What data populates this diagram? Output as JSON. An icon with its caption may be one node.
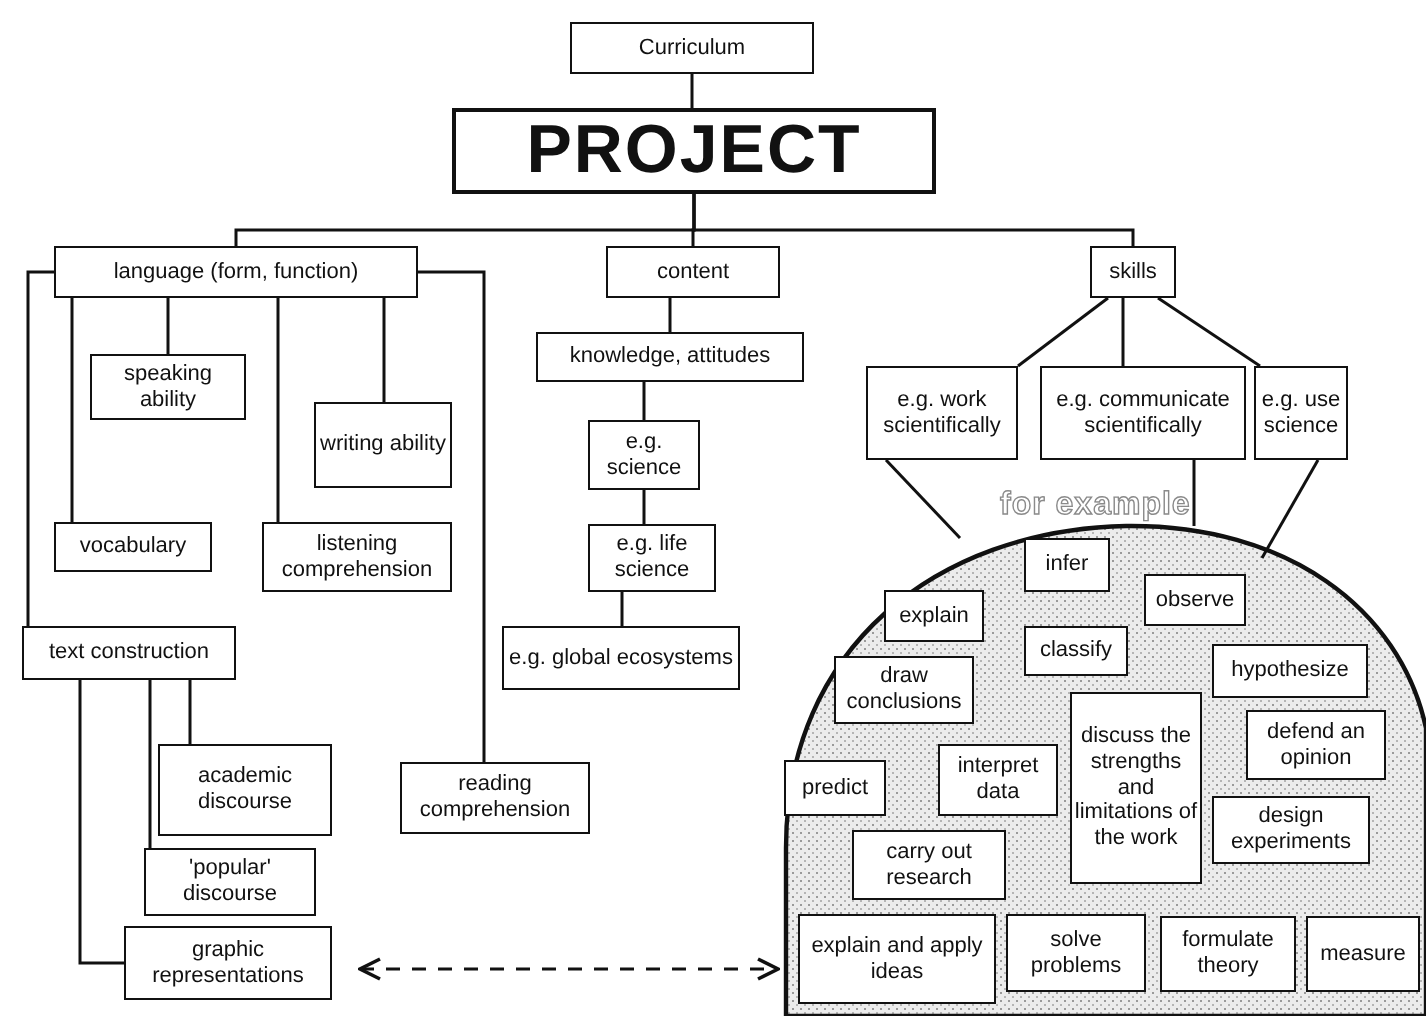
{
  "diagram": {
    "nodes": [
      {
        "text": [
          "Curriculum"
        ]
      },
      {
        "text": [
          "PROJECT"
        ]
      },
      {
        "text": [
          "language (form, function)"
        ]
      },
      {
        "text": [
          "content"
        ]
      },
      {
        "text": [
          "skills"
        ]
      },
      {
        "text": [
          "speaking ability"
        ]
      },
      {
        "text": [
          "writing ability"
        ]
      },
      {
        "text": [
          "vocabulary"
        ]
      },
      {
        "text": [
          "listening comprehension"
        ]
      },
      {
        "text": [
          "text construction"
        ]
      },
      {
        "text": [
          "knowledge, attitudes"
        ]
      },
      {
        "text": [
          "e.g. science"
        ]
      },
      {
        "text": [
          "e.g. life science"
        ]
      },
      {
        "text": [
          "e.g. global ecosystems"
        ]
      },
      {
        "text": [
          "reading comprehension"
        ]
      },
      {
        "text": [
          "academic discourse"
        ]
      },
      {
        "text": [
          "'popular' discourse"
        ]
      },
      {
        "text": [
          "graphic representations"
        ]
      },
      {
        "text": [
          "e.g. work scientifically"
        ]
      },
      {
        "text": [
          "e.g. communicate scientifically"
        ]
      },
      {
        "text": [
          "e.g. use science"
        ]
      },
      {
        "text": [
          "for example"
        ]
      },
      {
        "text": [
          "infer"
        ],
        "in": 21
      },
      {
        "text": [
          "explain"
        ],
        "in": 21
      },
      {
        "text": [
          "observe"
        ],
        "in": 21
      },
      {
        "text": [
          "classify"
        ],
        "in": 21
      },
      {
        "text": [
          "draw conclusions"
        ],
        "in": 21
      },
      {
        "text": [
          "hypothesize"
        ],
        "in": 21
      },
      {
        "text": [
          "discuss the strengths and limitations of the work"
        ],
        "in": 21
      },
      {
        "text": [
          "defend an opinion"
        ],
        "in": 21
      },
      {
        "text": [
          "predict"
        ],
        "in": 21
      },
      {
        "text": [
          "interpret data"
        ],
        "in": 21
      },
      {
        "text": [
          "design experiments"
        ],
        "in": 21
      },
      {
        "text": [
          "carry out research"
        ],
        "in": 21
      },
      {
        "text": [
          "explain and apply ideas"
        ],
        "in": 21
      },
      {
        "text": [
          "solve problems"
        ],
        "in": 21
      },
      {
        "text": [
          "formulate theory"
        ],
        "in": 21
      },
      {
        "text": [
          "measure"
        ],
        "in": 21
      }
    ],
    "edges": [
      {
        "from": 0,
        "to": 1,
        "arrow": "none"
      },
      {
        "from": 1,
        "to": 2,
        "arrow": "none"
      },
      {
        "from": 1,
        "to": 3,
        "arrow": "none"
      },
      {
        "from": 1,
        "to": 4,
        "arrow": "none"
      },
      {
        "from": 2,
        "to": 5,
        "arrow": "none"
      },
      {
        "from": 2,
        "to": 6,
        "arrow": "none"
      },
      {
        "from": 2,
        "to": 7,
        "arrow": "none"
      },
      {
        "from": 2,
        "to": 8,
        "arrow": "none"
      },
      {
        "from": 2,
        "to": 9,
        "arrow": "none"
      },
      {
        "from": 2,
        "to": 14,
        "arrow": "none"
      },
      {
        "from": 3,
        "to": 10,
        "arrow": "none"
      },
      {
        "from": 10,
        "to": 11,
        "arrow": "none"
      },
      {
        "from": 11,
        "to": 12,
        "arrow": "none"
      },
      {
        "from": 12,
        "to": 13,
        "arrow": "none"
      },
      {
        "from": 9,
        "to": 15,
        "arrow": "none"
      },
      {
        "from": 9,
        "to": 16,
        "arrow": "none"
      },
      {
        "from": 9,
        "to": 17,
        "arrow": "none"
      },
      {
        "from": 4,
        "to": 18,
        "arrow": "none"
      },
      {
        "from": 4,
        "to": 19,
        "arrow": "none"
      },
      {
        "from": 4,
        "to": 20,
        "arrow": "none"
      },
      {
        "from": 18,
        "to": 21,
        "arrow": "none"
      },
      {
        "from": 19,
        "to": 21,
        "arrow": "none"
      },
      {
        "from": 20,
        "to": 21,
        "arrow": "none"
      },
      {
        "from": 17,
        "to": 21,
        "arrow": "both",
        "style": "dashed"
      }
    ]
  }
}
